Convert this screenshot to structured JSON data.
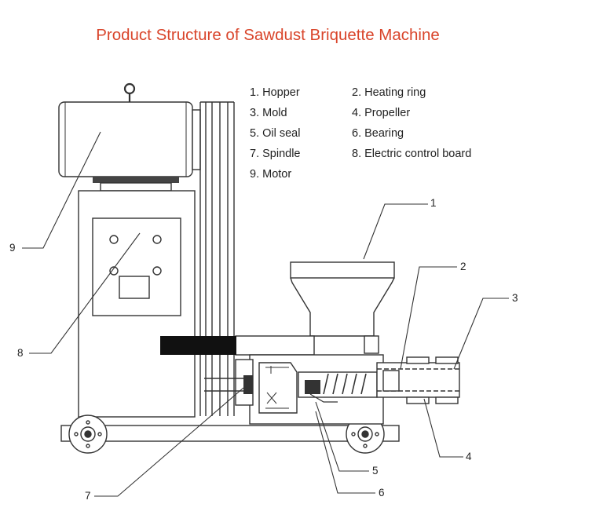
{
  "title": "Product Structure of Sawdust Briquette Machine",
  "legend": [
    {
      "number": "1",
      "text": "1. Hopper"
    },
    {
      "number": "2",
      "text": "2. Heating ring"
    },
    {
      "number": "3",
      "text": "3. Mold"
    },
    {
      "number": "4",
      "text": "4. Propeller"
    },
    {
      "number": "5",
      "text": "5. Oil seal"
    },
    {
      "number": "6",
      "text": "6. Bearing"
    },
    {
      "number": "7",
      "text": "7. Spindle"
    },
    {
      "number": "8",
      "text": "8. Electric control board"
    },
    {
      "number": "9",
      "text": "9. Motor"
    }
  ],
  "callouts": {
    "c1": "1",
    "c2": "2",
    "c3": "3",
    "c4": "4",
    "c5": "5",
    "c6": "6",
    "c7": "7",
    "c8": "8",
    "c9": "9"
  },
  "colors": {
    "title": "#d9452b",
    "line": "#333333"
  }
}
